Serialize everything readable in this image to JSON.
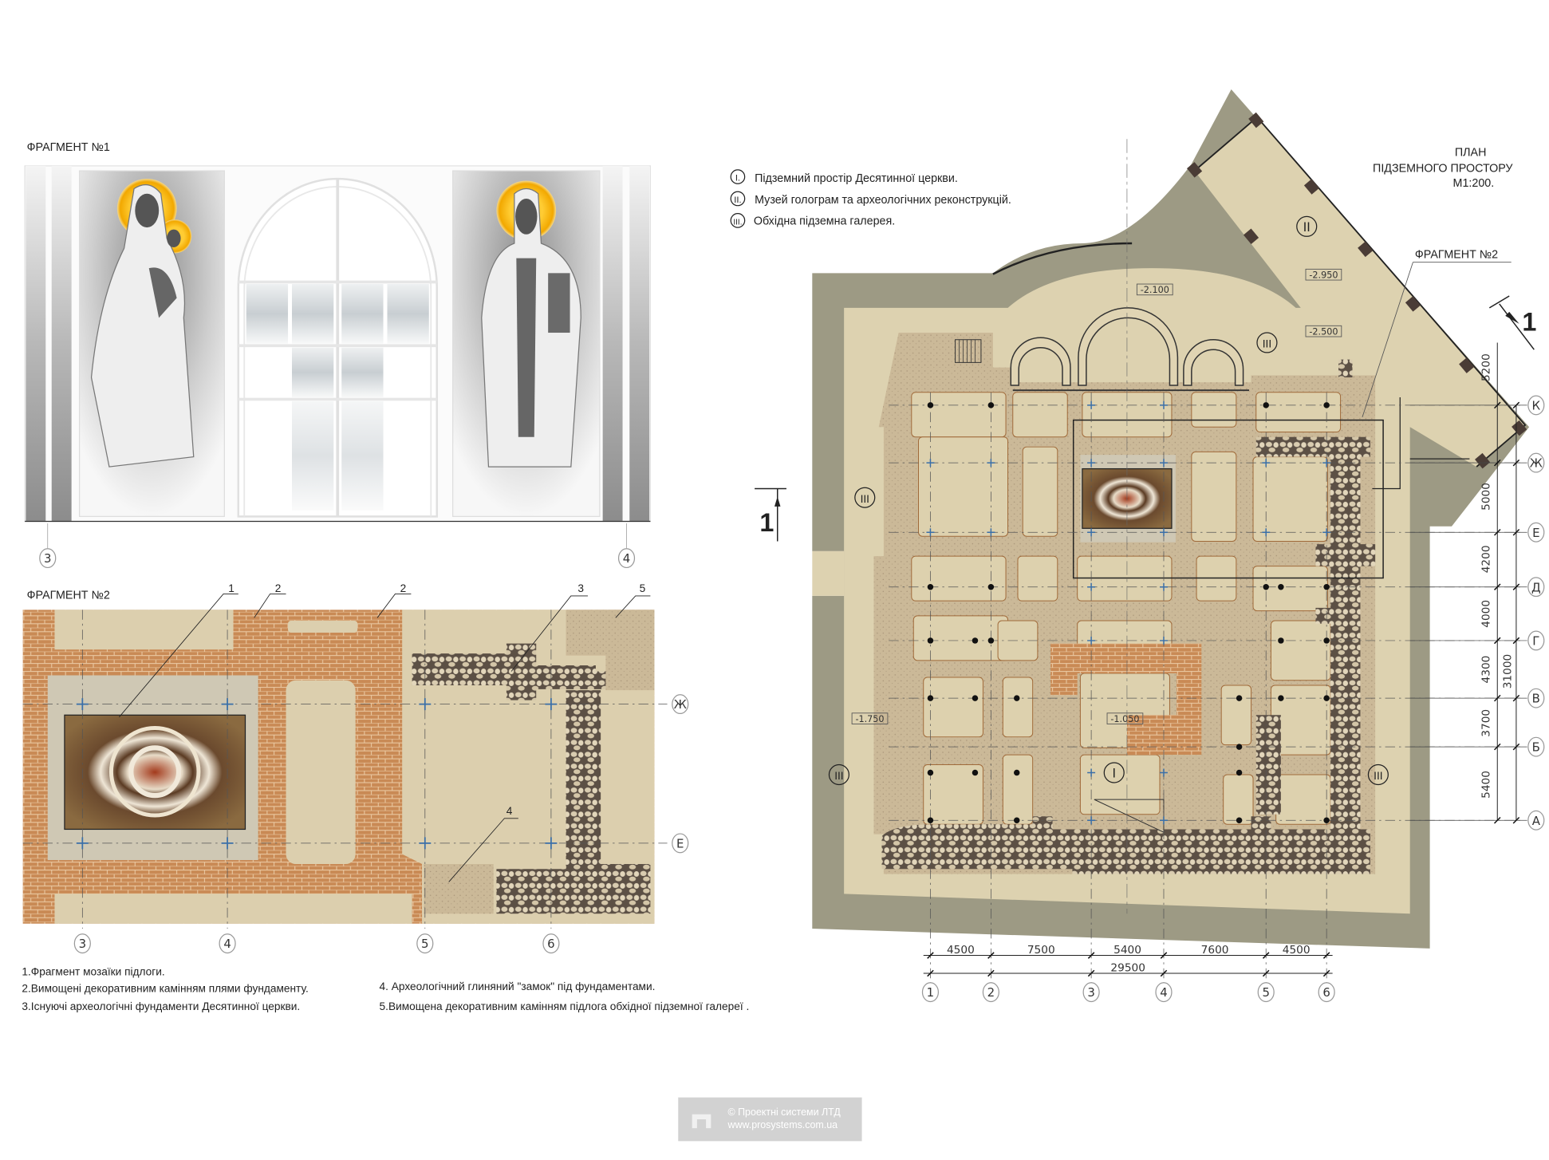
{
  "fragment1": {
    "title": "ФРАГМЕНТ   №1",
    "axes": [
      "3",
      "4"
    ]
  },
  "fragment2": {
    "title": "ФРАГМЕНТ   №2",
    "callouts": [
      "1",
      "2",
      "2",
      "3",
      "5",
      "4"
    ],
    "axes_bottom": [
      "3",
      "4",
      "5",
      "6"
    ],
    "axes_right": [
      "Ж",
      "Е"
    ],
    "notes": [
      "1.Фрагмент мозаїки  підлоги.",
      "2.Вимощені декоративним камінням  плями фундаменту.",
      "3.Існуючі  археологічні   фундаменти  Десятинної церкви.",
      "4. Археологічний  глиняний  \"замок\"  під  фундаментами.",
      "5.Вимощена декоративним камінням підлога обхідної  підземної  галереї ."
    ]
  },
  "plan": {
    "title": [
      "ПЛАН",
      "ПІДЗЕМНОГО  ПРОСТОРУ",
      "М1:200."
    ],
    "legend": [
      {
        "num": "I.",
        "text": "Підземний   простір   Десятинної  церкви."
      },
      {
        "num": "II.",
        "text": "Музей  голограм   та  археологічних   реконструкцій."
      },
      {
        "num": "III.",
        "text": "Обхідна  підземна  галерея."
      }
    ],
    "fragment_label": "ФРАГМЕНТ   №2",
    "section_label": "1",
    "room_labels": {
      "I": "I",
      "II": "II",
      "III": "III"
    },
    "elevations": [
      "-2.100",
      "-2.950",
      "-2.500",
      "-1.750",
      "-1.050"
    ],
    "column_axes": [
      "1",
      "2",
      "3",
      "4",
      "5",
      "6"
    ],
    "column_dims": [
      "4500",
      "7500",
      "5400",
      "7600",
      "4500"
    ],
    "column_total": "29500",
    "row_axes": [
      "К",
      "Ж",
      "Е",
      "Д",
      "Г",
      "В",
      "Б",
      "А"
    ],
    "row_dims": [
      "5200",
      "5000",
      "4200",
      "4000",
      "4300",
      "3700",
      "5400"
    ],
    "row_total": "31000"
  },
  "watermark": [
    "© Проектні системи ЛТД",
    "www.prosystems.com.ua"
  ],
  "colors": {
    "ground": "#9d9a84",
    "floor": "#ddd2b0",
    "foundation": "#cdbb98",
    "brick": "#c98a55",
    "halo": "#f2b400"
  }
}
